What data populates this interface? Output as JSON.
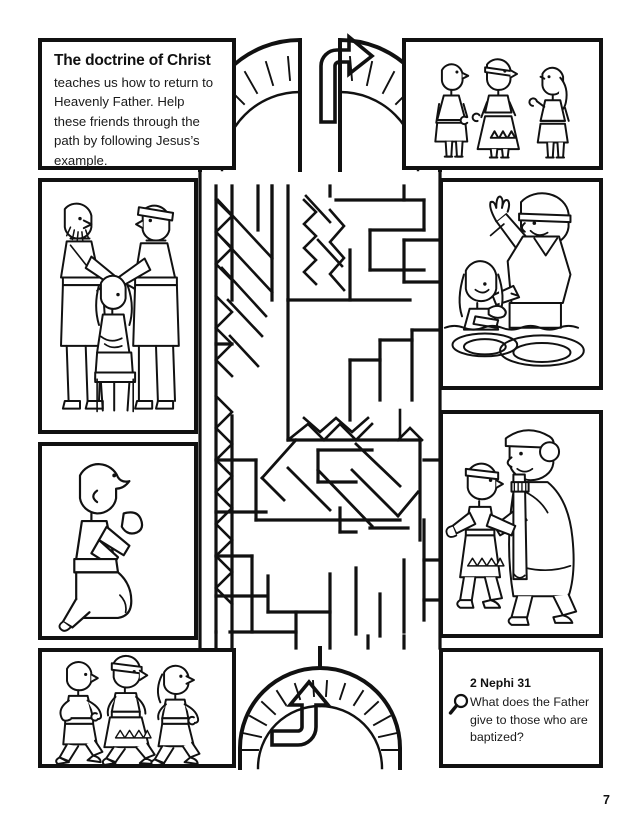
{
  "page": {
    "number": "7",
    "background_color": "#ffffff",
    "ink_color": "#111111"
  },
  "intro": {
    "title": "The doctrine of Christ",
    "body": "teaches us how to return to Heavenly Father. Help these friends through the path by following Jesus’s example."
  },
  "question": {
    "reference": "2 Nephi 31",
    "icon": "magnifying-glass-icon",
    "text": "What does the Father give to those who are baptized?"
  },
  "illustrations": [
    {
      "id": "talking-friends",
      "caption": "Three friends standing and talking together",
      "figure_count": 3
    },
    {
      "id": "confirmation",
      "caption": "Two men laying hands on a seated girl to confirm her",
      "figure_count": 3
    },
    {
      "id": "baptism",
      "caption": "A man baptizing a girl in water with his arm raised",
      "figure_count": 2
    },
    {
      "id": "praying-boy",
      "caption": "A boy kneeling in prayer with hands clasped looking upward",
      "figure_count": 1
    },
    {
      "id": "mother-and-child",
      "caption": "A woman holding a scroll walking with a girl",
      "figure_count": 2
    },
    {
      "id": "running-children",
      "caption": "Three children running toward the path",
      "figure_count": 3
    }
  ],
  "maze": {
    "entrance_label": "top-archway-entrance",
    "exit_label": "bottom-archway-exit",
    "entrance_arrow": "curved-arrow-right-icon",
    "exit_arrow": "curved-arrow-up-icon"
  }
}
